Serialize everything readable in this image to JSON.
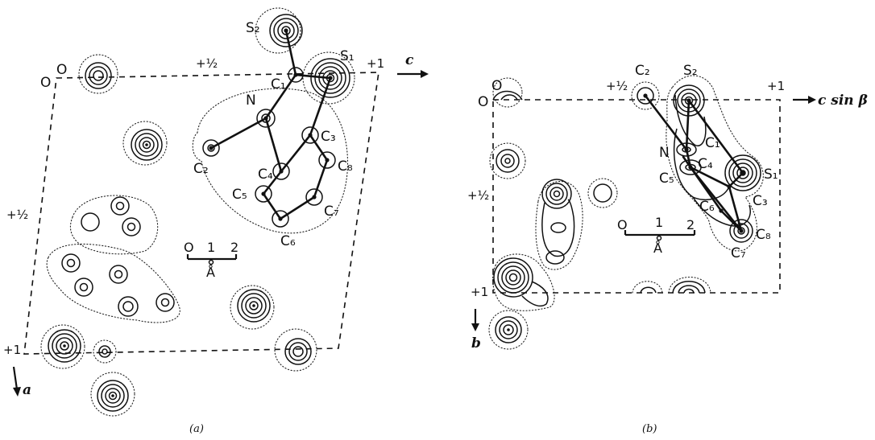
{
  "panels": [
    {
      "caption": "(a)",
      "axis_horizontal": "c",
      "axis_vertical": "a",
      "cell_marks": [
        "O",
        "O",
        "+½",
        "+1",
        "+½",
        "+1"
      ],
      "atom_labels": [
        "S₂",
        "S₁",
        "C₁",
        "N",
        "C₂",
        "C₃",
        "C₄",
        "C₈",
        "C₅",
        "C₇",
        "C₆"
      ],
      "scale_labels": [
        "O",
        "1",
        "2",
        "Å"
      ]
    },
    {
      "caption": "(b)",
      "axis_horizontal": "c sin β",
      "axis_vertical": "b",
      "cell_marks": [
        "O",
        "O",
        "+½",
        "+1",
        "+½",
        "+1"
      ],
      "atom_labels": [
        "C₂",
        "S₂",
        "N",
        "C₁",
        "C₄",
        "C₅",
        "S₁",
        "C₆",
        "C₃",
        "C₈",
        "C₇"
      ],
      "scale_labels": [
        "O",
        "1",
        "2",
        "Å"
      ]
    }
  ]
}
